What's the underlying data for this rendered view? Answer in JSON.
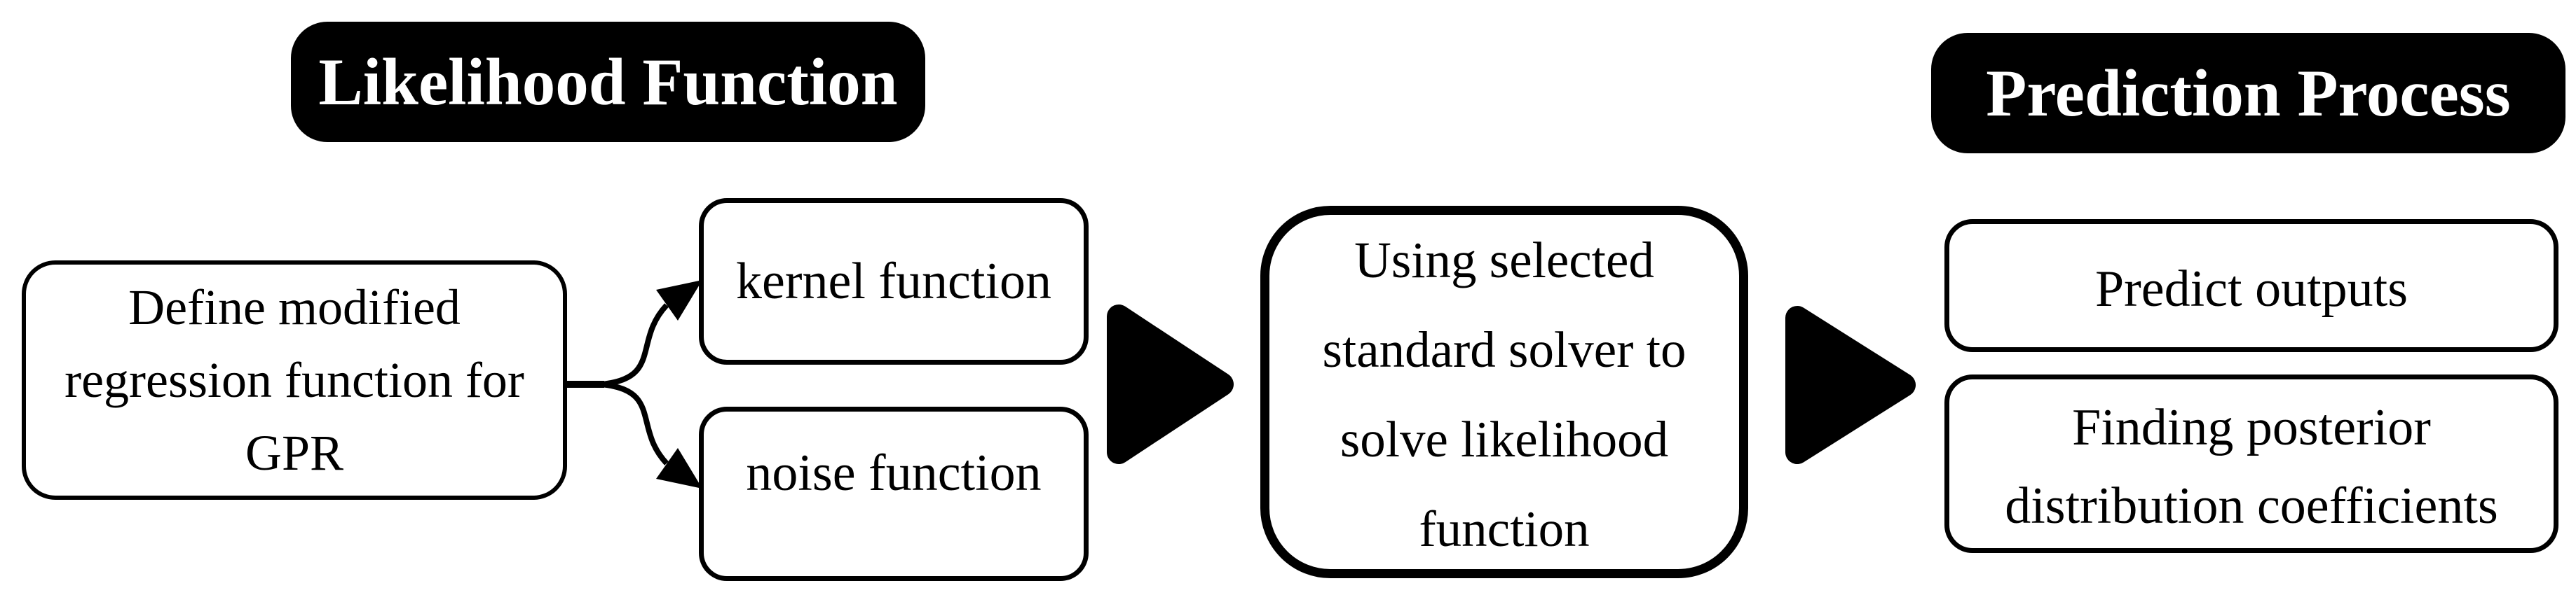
{
  "figure": {
    "background": "#ffffff",
    "ink": "#000000",
    "header_text_color": "#ffffff"
  },
  "headers": {
    "likelihood": "Likelihood Function",
    "prediction": "Prediction Process"
  },
  "flow": {
    "define_box": {
      "lines": [
        "Define modified",
        "regression function for",
        "GPR"
      ]
    },
    "kernel_box": {
      "label": "kernel function"
    },
    "noise_box": {
      "label": "noise function"
    },
    "solver_box": {
      "lines": [
        "Using selected",
        "standard solver to",
        "solve likelihood",
        "function"
      ]
    },
    "predict_box": {
      "label": "Predict outputs"
    },
    "posterior_box": {
      "lines": [
        "Finding posterior",
        "distribution coefficients"
      ]
    }
  },
  "icons": {
    "flow_arrow_1": "solid right-pointing triangle",
    "flow_arrow_2": "solid right-pointing triangle",
    "split_connector": "curved two-way split with arrowheads"
  }
}
